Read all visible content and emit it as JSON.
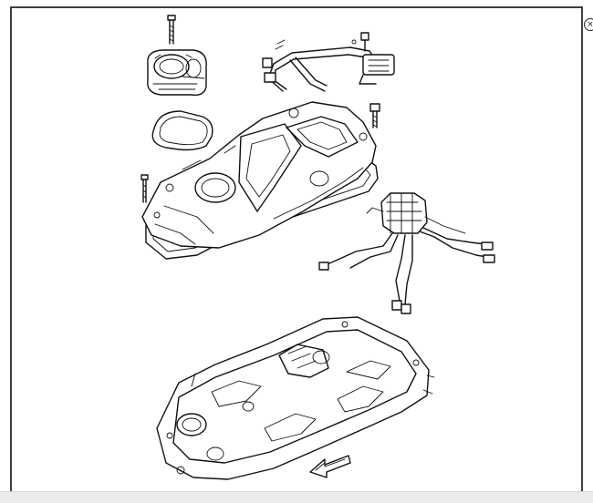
{
  "close_button": {
    "glyph": "×",
    "icon": "close-icon"
  },
  "diagram": {
    "parts": [
      "throttle-body-stud",
      "throttle-body",
      "fuel-rail-assembly",
      "throttle-body-gasket",
      "upper-intake-manifold",
      "manifold-bolt",
      "manifold-stud",
      "upper-manifold-gasket",
      "fuel-injector-harness",
      "lower-intake-manifold",
      "front-direction-arrow"
    ],
    "colors": {
      "line": "#111111",
      "background": "#ffffff"
    }
  }
}
